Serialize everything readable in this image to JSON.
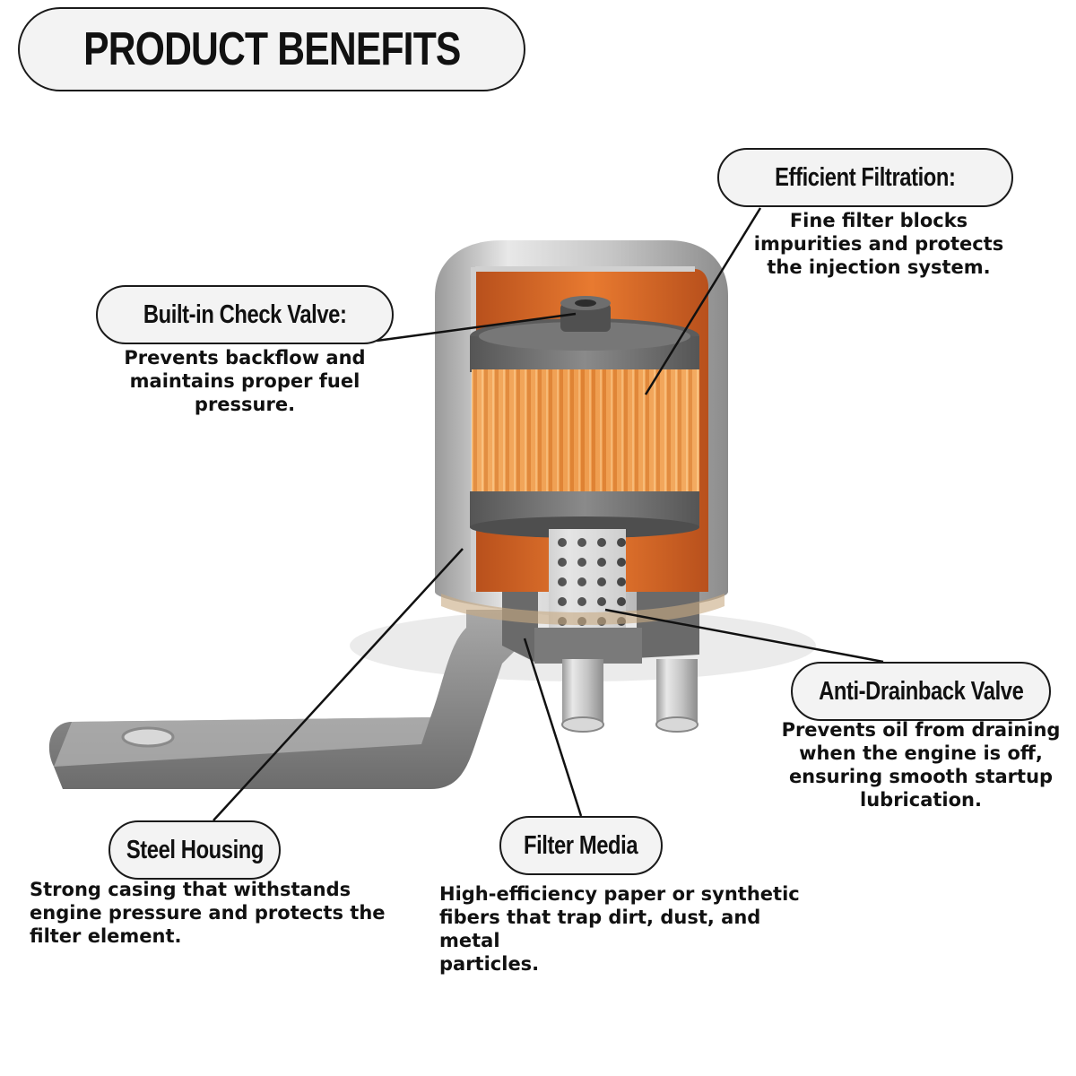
{
  "title": "PRODUCT BENEFITS",
  "callouts": {
    "efficient_filtration": {
      "label": "Efficient Filtration:",
      "lines": [
        "Fine filter blocks",
        "impurities and protects",
        "the injection system."
      ]
    },
    "check_valve": {
      "label": "Built-in Check Valve:",
      "lines": [
        "Prevents backflow and",
        "maintains proper fuel",
        "pressure."
      ]
    },
    "anti_drainback": {
      "label": "Anti-Drainback Valve",
      "lines": [
        "Prevents oil from draining",
        "when the engine is off,",
        "ensuring smooth startup",
        "lubrication."
      ]
    },
    "steel_housing": {
      "label": "Steel Housing",
      "lines": [
        "Strong casing that withstands",
        "engine pressure and protects the",
        "filter element."
      ]
    },
    "filter_media": {
      "label": "Filter Media",
      "lines": [
        "High-efficiency paper or synthetic",
        "fibers that trap dirt, dust, and metal",
        "particles."
      ]
    }
  },
  "colors": {
    "filter_orange": "#f0a050",
    "housing_silver": "#bdbdbd",
    "cap_gray": "#6a6a6a",
    "line_black": "#111111"
  }
}
